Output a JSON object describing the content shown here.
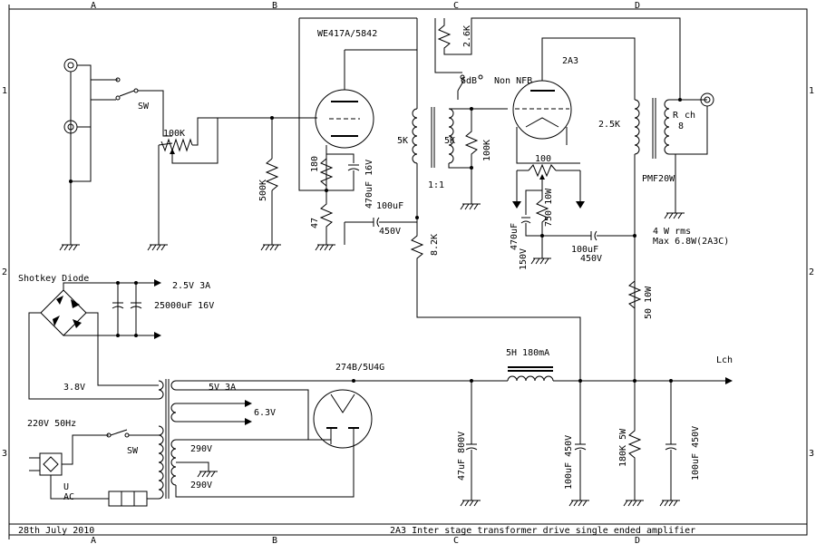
{
  "border": {
    "columns": [
      "A",
      "B",
      "C",
      "D"
    ],
    "rows": [
      "1",
      "2",
      "3"
    ]
  },
  "labels": {
    "title": "2A3 Inter stage transformer drive single ended amplifier",
    "date": "28th July 2010",
    "driver_tube": "WE417A/5842",
    "power_tube": "2A3",
    "rectifier_tube": "274B/5U4G",
    "sw_input": "SW",
    "sw_power": "SW",
    "volume_pot": "100K",
    "grid_res": "500K",
    "cathode_res": "180",
    "cathode_cap": "470uF 16V",
    "cathode_res2": "47",
    "coupling_cap": "100uF",
    "coupling_cap_v": "450V",
    "drop_res": "8.2K",
    "nfb_res": "2.6K",
    "nfb_switch": "6dB",
    "nfb_non": "Non NFB",
    "ist_pri": "5K",
    "ist_sec": "5K",
    "ist_ratio": "1:1",
    "grid_res2": "100K",
    "hum_pot": "100",
    "power_cathode_cap": "470uF",
    "power_cathode_cap_v": "150V",
    "power_cathode_res": "750 10W",
    "bypass_cap": "100uF",
    "bypass_cap_v": "450V",
    "opt_pri": "2.5K",
    "opt_r": "R",
    "opt_ch": "ch",
    "opt_8": "8",
    "opt_model": "PMF20W",
    "power_out": "4 W rms",
    "power_max": "Max 6.8W(2A3C)",
    "series_res": "50 10W",
    "schottky": "Shotkey Diode",
    "filament_out": "2.5V 3A",
    "filter_cap": "25000uF 16V",
    "v38": "3.8V",
    "v5": "5V 3A",
    "v63": "6.3V",
    "v220": "220V 50Hz",
    "v290a": "290V",
    "v290b": "290V",
    "u_label": "U",
    "ac_label": "AC",
    "choke": "5H 180mA",
    "cap47": "47uF 800V",
    "cap100a": "100uF 450V",
    "bleeder": "180K 5W",
    "cap100b": "100uF 450V",
    "lch": "Lch"
  }
}
